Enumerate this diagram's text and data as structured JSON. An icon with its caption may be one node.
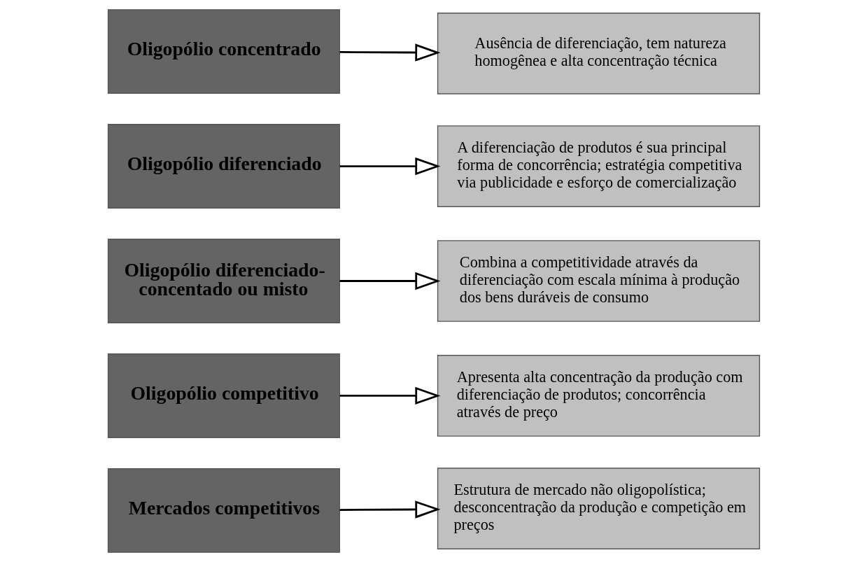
{
  "diagram": {
    "nodes": [
      {
        "text": [
          "Oligopólio concentrado"
        ]
      },
      {
        "text": [
          "Ausência de diferenciação, tem natureza homogênea e alta concentração técnica"
        ]
      },
      {
        "text": [
          "Oligopólio diferenciado"
        ]
      },
      {
        "text": [
          "A diferenciação de produtos é sua principal forma de concorrência; estratégia competitiva via publicidade e esforço de comercialização"
        ]
      },
      {
        "text": [
          "Oligopólio diferenciado-concentado ou misto"
        ]
      },
      {
        "text": [
          "Combina a competitividade através da diferenciação com escala mínima à produção dos bens duráveis de consumo"
        ]
      },
      {
        "text": [
          "Oligopólio competitivo"
        ]
      },
      {
        "text": [
          "Apresenta alta concentração da produção com diferenciação de produtos; concorrência através de preço"
        ]
      },
      {
        "text": [
          "Mercados competitivos"
        ]
      },
      {
        "text": [
          "Estrutura de mercado não oligopolística; desconcentração da produção e competição em preços"
        ]
      }
    ],
    "edges": [
      {
        "from": 0,
        "to": 1,
        "arrow": "to"
      },
      {
        "from": 2,
        "to": 3,
        "arrow": "to"
      },
      {
        "from": 4,
        "to": 5,
        "arrow": "to"
      },
      {
        "from": 6,
        "to": 7,
        "arrow": "to"
      },
      {
        "from": 8,
        "to": 9,
        "arrow": "to"
      }
    ]
  }
}
